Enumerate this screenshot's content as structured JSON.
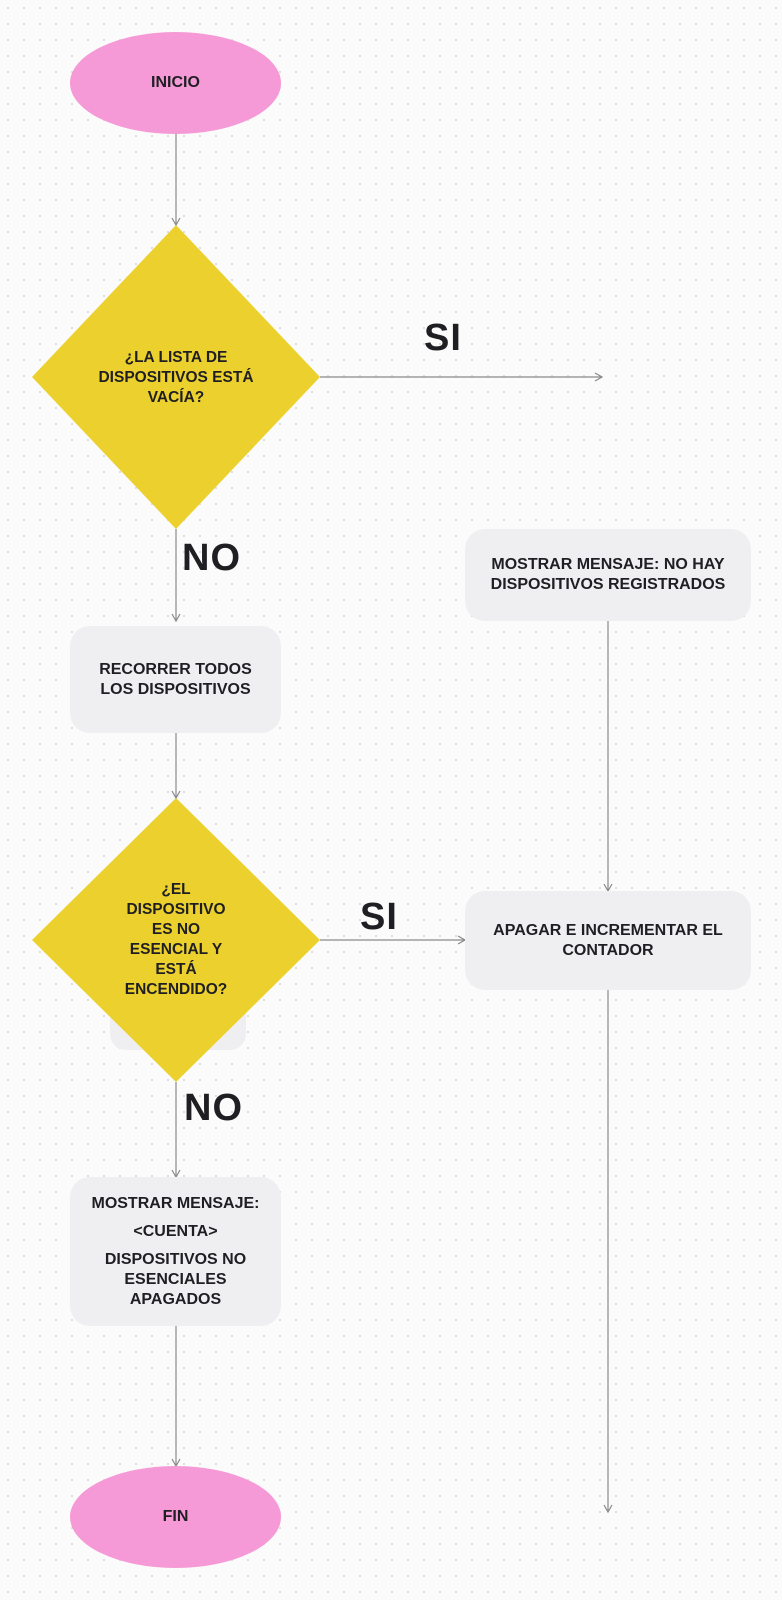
{
  "diagram": {
    "start": {
      "label": "INICIO"
    },
    "decision_empty": {
      "label": "¿LA LISTA DE DISPOSITIVOS ESTÁ VACÍA?"
    },
    "msg_no_devices": {
      "line1": "MOSTRAR MENSAJE: NO HAY",
      "line2": "DISPOSITIVOS REGISTRADOS"
    },
    "iterate": {
      "line1": "RECORRER TODOS",
      "line2": "LOS DISPOSITIVOS"
    },
    "decision_nonessential": {
      "label": "¿EL DISPOSITIVO ES NO ESENCIAL Y ESTÁ ENCENDIDO?"
    },
    "turn_off": {
      "line1": "APAGAR E INCREMENTAR EL",
      "line2": "CONTADOR"
    },
    "msg_count": {
      "line1": "MOSTRAR MENSAJE:",
      "line2": "<CUENTA>",
      "line3": "DISPOSITIVOS NO",
      "line4": "ESENCIALES",
      "line5": "APAGADOS"
    },
    "end": {
      "label": "FIN"
    },
    "edge_labels": {
      "empty_yes": "SI",
      "empty_no": "NO",
      "nonessential_yes": "SI",
      "nonessential_no": "NO"
    }
  },
  "colors": {
    "terminal": "#f59ad6",
    "decision": "#ecd12e",
    "process": "#efeff1",
    "connector": "#8a8a8a",
    "text": "#1f1f23"
  }
}
